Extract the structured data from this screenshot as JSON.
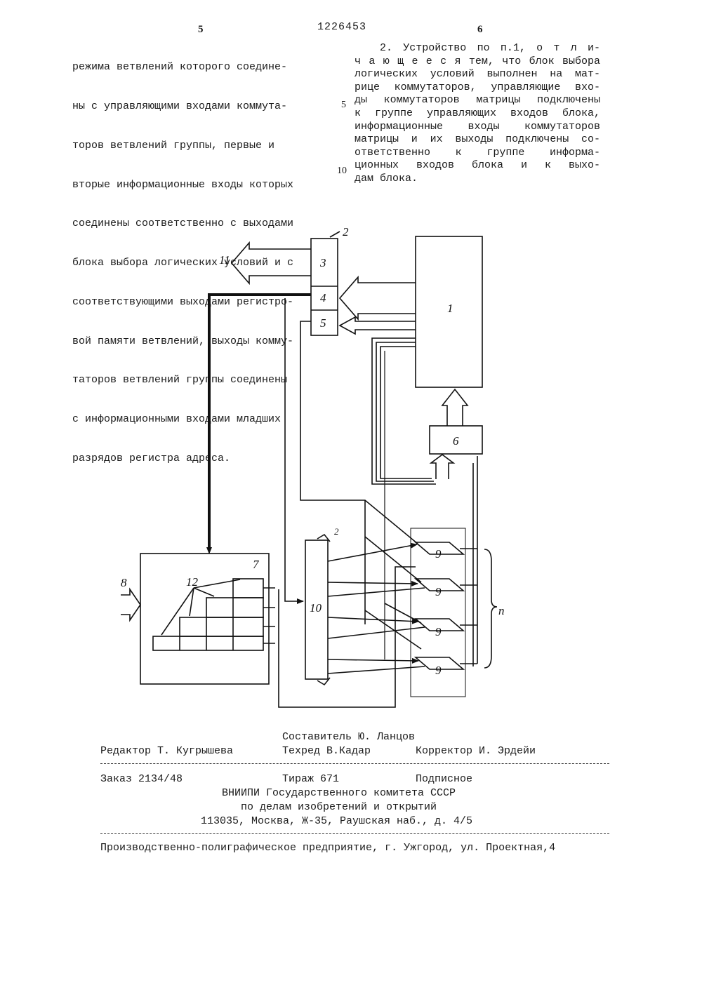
{
  "header": {
    "page_left": "5",
    "doc_number": "1226453",
    "page_right": "6"
  },
  "left_column": [
    "режима ветвлений которого соедине-",
    "ны с управляющими входами коммута-",
    "торов ветвлений группы, первые и",
    "вторые информационные входы которых",
    "соединены соответственно с выходами",
    "блока выбора логических условий и с",
    "соответствующими выходами регистро-",
    "вой памяти ветвлений, выходы комму-",
    "таторов ветвлений группы соединены",
    "с информационными входами младших",
    "разрядов регистра адреса."
  ],
  "right_column": [
    "2. Устройство по п.1, о т л и-",
    "ч а ю щ е е с я тем, что блок выбора",
    "логических условий выполнен на мат-",
    "рице коммутаторов, управляющие вхо-",
    "ды коммутаторов матрицы подключены",
    "к группе управляющих входов блока,",
    "информационные входы коммутаторов",
    "матрицы и их выходы подключены со-",
    "ответственно к группе информа-",
    "ционных входов блока и к выхо-",
    "дам блока."
  ],
  "margin_numbers": {
    "five": "5",
    "ten": "10"
  },
  "figure_labels": {
    "block1": "1",
    "block2": "2",
    "block3": "3",
    "block4": "4",
    "block5": "5",
    "block6": "6",
    "block7": "7",
    "input8": "8",
    "mux9": "9",
    "block10": "10",
    "output11": "11",
    "cells12": "12",
    "group_n": "n",
    "sub2": "2"
  },
  "footer": {
    "compiler": "Составитель Ю. Ланцов",
    "editor": "Редактор Т. Кугрышева",
    "techred": "Техред В.Кадар",
    "corrector": "Корректор И. Эрдейи",
    "order": "Заказ 2134/48",
    "circulation": "Тираж 671",
    "subscription": "Подписное",
    "org1": "ВНИИПИ Государственного комитета СССР",
    "org2": "по делам изобретений и открытий",
    "address": "113035, Москва, Ж-35, Раушская наб., д. 4/5",
    "printer": "Производственно-полиграфическое предприятие, г. Ужгород, ул. Проектная,4"
  }
}
